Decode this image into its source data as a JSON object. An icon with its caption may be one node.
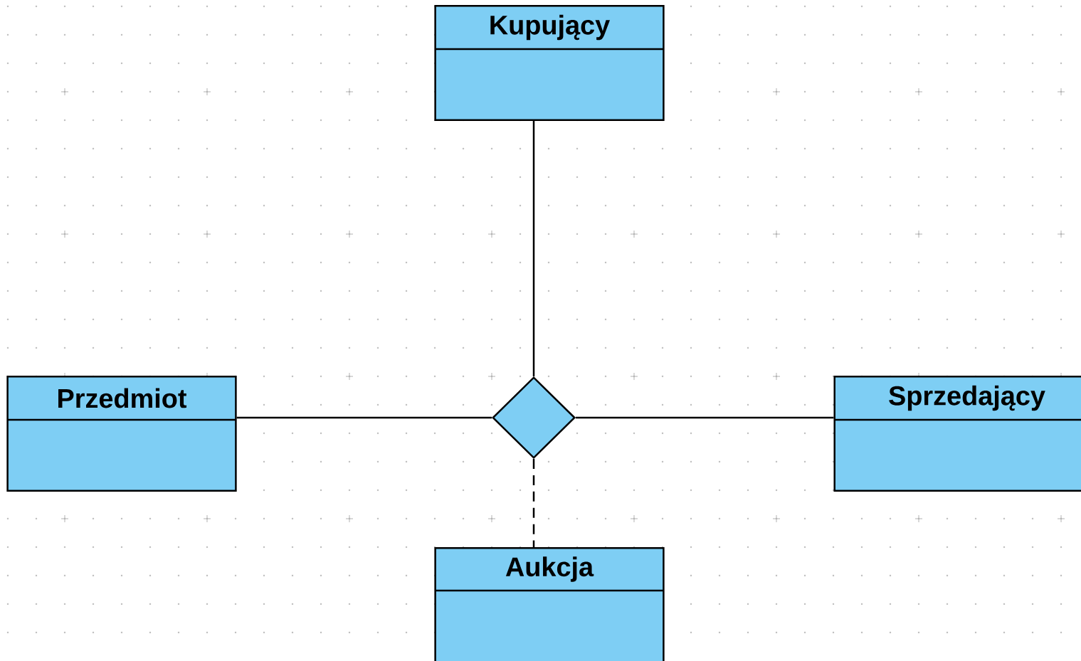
{
  "diagram": {
    "nodes": [
      {
        "text": [
          "Kupujący"
        ]
      },
      {
        "text": [
          "Przedmiot"
        ]
      },
      {
        "text": [],
        "shape": "diamond"
      },
      {
        "text": [
          "Sprzedający"
        ]
      },
      {
        "text": [
          "Aukcja"
        ]
      }
    ],
    "edges": [
      {
        "from": 0,
        "to": 2,
        "arrow": "none"
      },
      {
        "from": 1,
        "to": 2,
        "arrow": "none"
      },
      {
        "from": 2,
        "to": 3,
        "arrow": "none"
      },
      {
        "from": 2,
        "to": 4,
        "arrow": "none",
        "style": "dashed"
      }
    ]
  }
}
